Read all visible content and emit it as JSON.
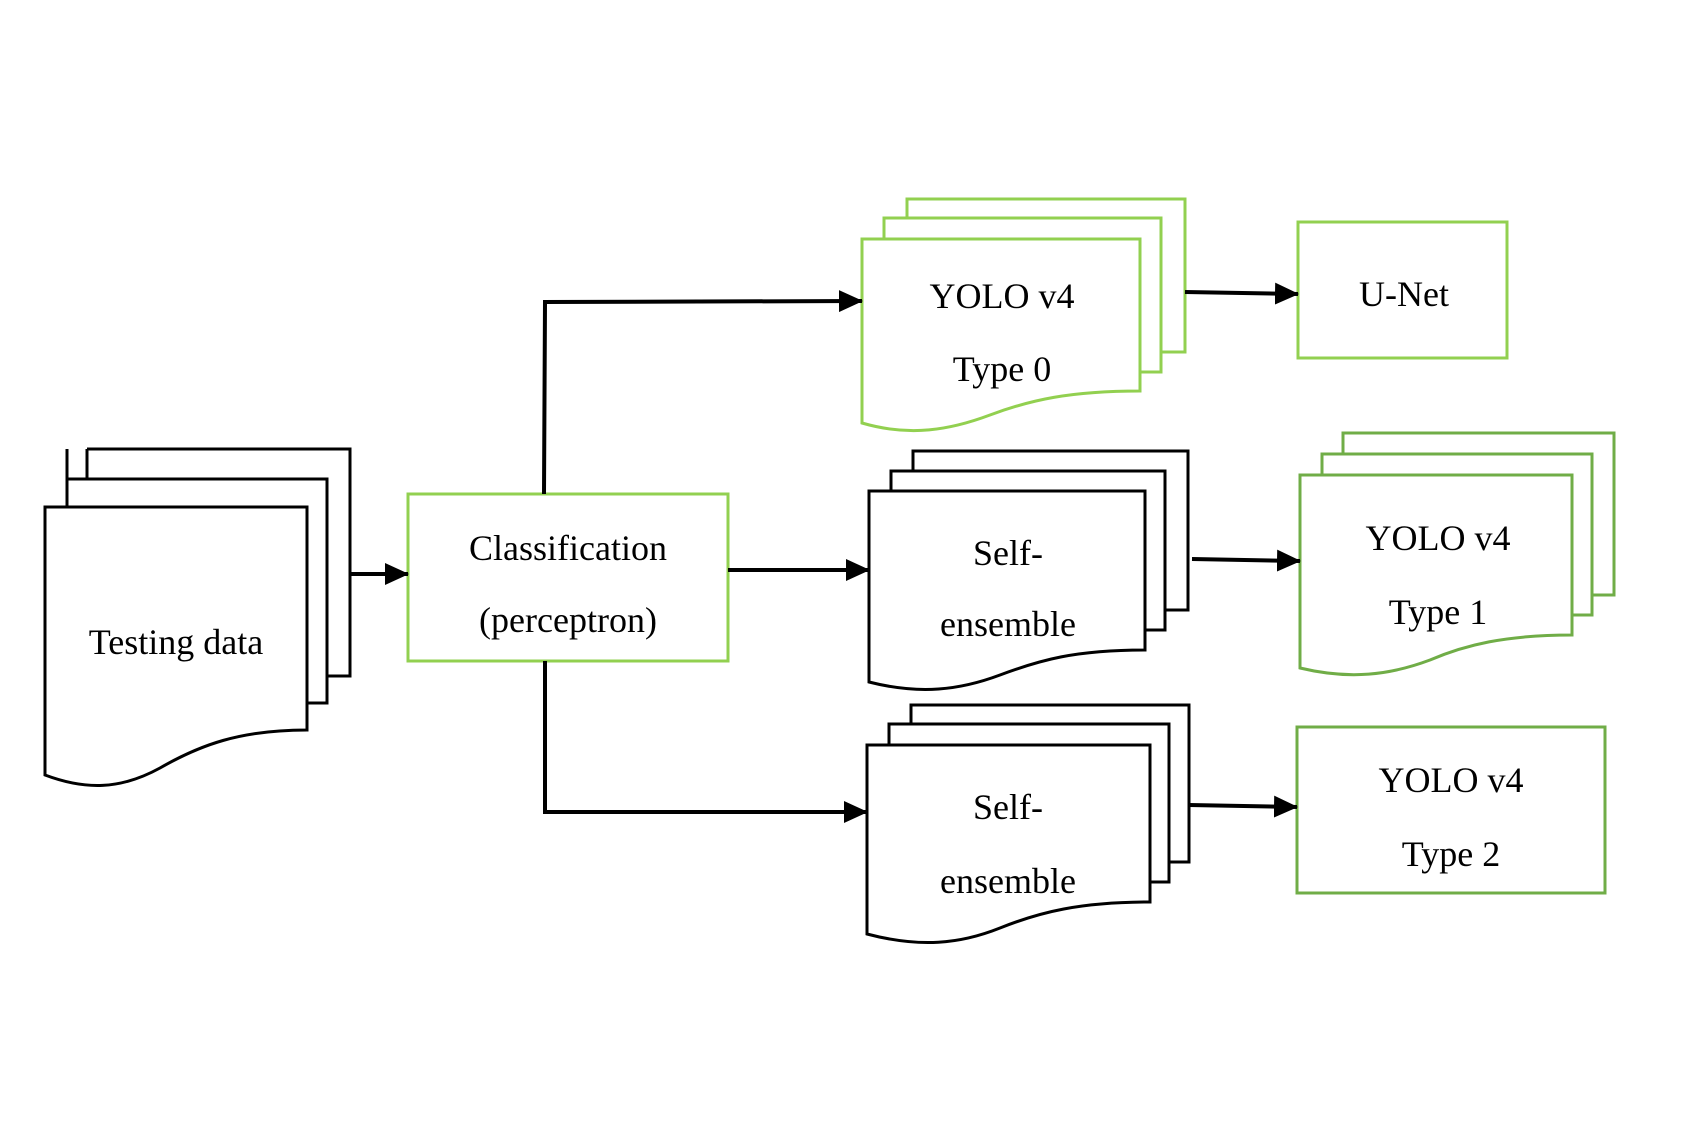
{
  "diagram": {
    "colors": {
      "stroke_black": "#000000",
      "green_light": "#92d050",
      "green_dark": "#70ad47"
    },
    "nodes": {
      "testing_data": {
        "lines": [
          "Testing data"
        ],
        "shape": "document-stack",
        "color": "black"
      },
      "classification": {
        "lines": [
          "Classification",
          "(perceptron)"
        ],
        "shape": "box",
        "color": "green_light"
      },
      "yolo_type0": {
        "lines": [
          "YOLO v4",
          "Type 0"
        ],
        "shape": "document-stack",
        "color": "green_light"
      },
      "unet": {
        "lines": [
          "U-Net"
        ],
        "shape": "box",
        "color": "green_light"
      },
      "self_ensemble_1": {
        "lines": [
          "Self-",
          "ensemble"
        ],
        "shape": "document-stack",
        "color": "black"
      },
      "yolo_type1": {
        "lines": [
          "YOLO v4",
          "Type 1"
        ],
        "shape": "document-stack",
        "color": "green_dark"
      },
      "self_ensemble_2": {
        "lines": [
          "Self-",
          "ensemble"
        ],
        "shape": "document-stack",
        "color": "black"
      },
      "yolo_type2": {
        "lines": [
          "YOLO v4",
          "Type 2"
        ],
        "shape": "box",
        "color": "green_dark"
      }
    },
    "edges": [
      {
        "from": "testing_data",
        "to": "classification"
      },
      {
        "from": "classification",
        "to": "yolo_type0"
      },
      {
        "from": "classification",
        "to": "self_ensemble_1"
      },
      {
        "from": "classification",
        "to": "self_ensemble_2"
      },
      {
        "from": "yolo_type0",
        "to": "unet"
      },
      {
        "from": "self_ensemble_1",
        "to": "yolo_type1"
      },
      {
        "from": "self_ensemble_2",
        "to": "yolo_type2"
      }
    ]
  }
}
